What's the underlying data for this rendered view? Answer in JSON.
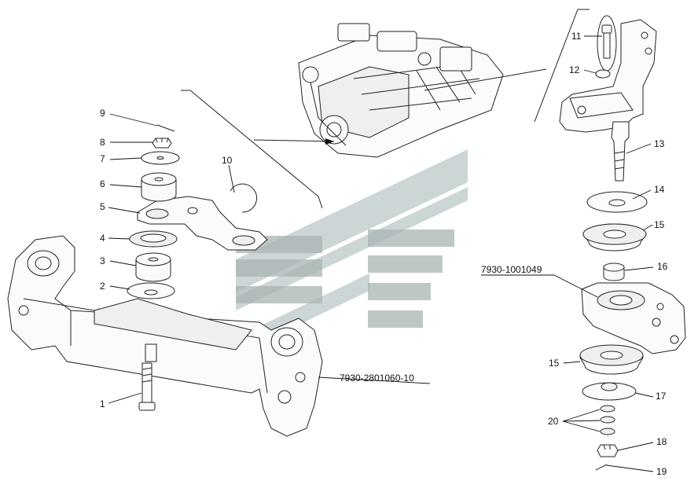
{
  "callouts": {
    "c1": "1",
    "c2": "2",
    "c3": "3",
    "c4": "4",
    "c5": "5",
    "c6": "6",
    "c7": "7",
    "c8": "8",
    "c9": "9",
    "c10": "10",
    "c11": "11",
    "c12": "12",
    "c13": "13",
    "c14": "14",
    "c15a": "15",
    "c15b": "15",
    "c16": "16",
    "c17": "17",
    "c18": "18",
    "c19": "19",
    "c20": "20"
  },
  "part_numbers": {
    "beam": "7930-2801060-10",
    "bracket": "7930-1001049"
  },
  "colors": {
    "line": "#222222",
    "watermark": "#b7c4c4",
    "fill": "#fbfbfb"
  }
}
